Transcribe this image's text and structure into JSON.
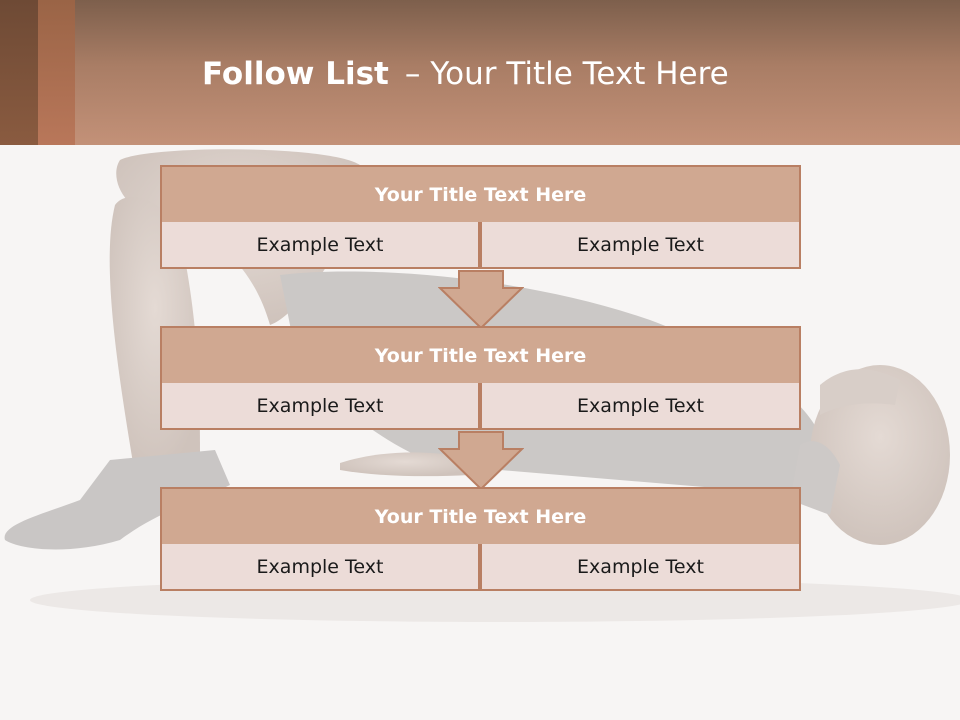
{
  "slide": {
    "title_bold": "Follow List",
    "title_dash": "–",
    "title_rest": "Your Title Text Here"
  },
  "steps": [
    {
      "title": "Your Title Text Here",
      "left": "Example Text",
      "right": "Example Text"
    },
    {
      "title": "Your Title Text Here",
      "left": "Example Text",
      "right": "Example Text"
    },
    {
      "title": "Your Title Text Here",
      "left": "Example Text",
      "right": "Example Text"
    }
  ],
  "colors": {
    "header_top": "#7d5f4c",
    "header_bottom": "#c39178",
    "box_fill": "#d0a891",
    "cell_fill": "#ecdcd8",
    "border": "#b97f63"
  },
  "icons": {
    "connector": "down-arrow-icon"
  }
}
